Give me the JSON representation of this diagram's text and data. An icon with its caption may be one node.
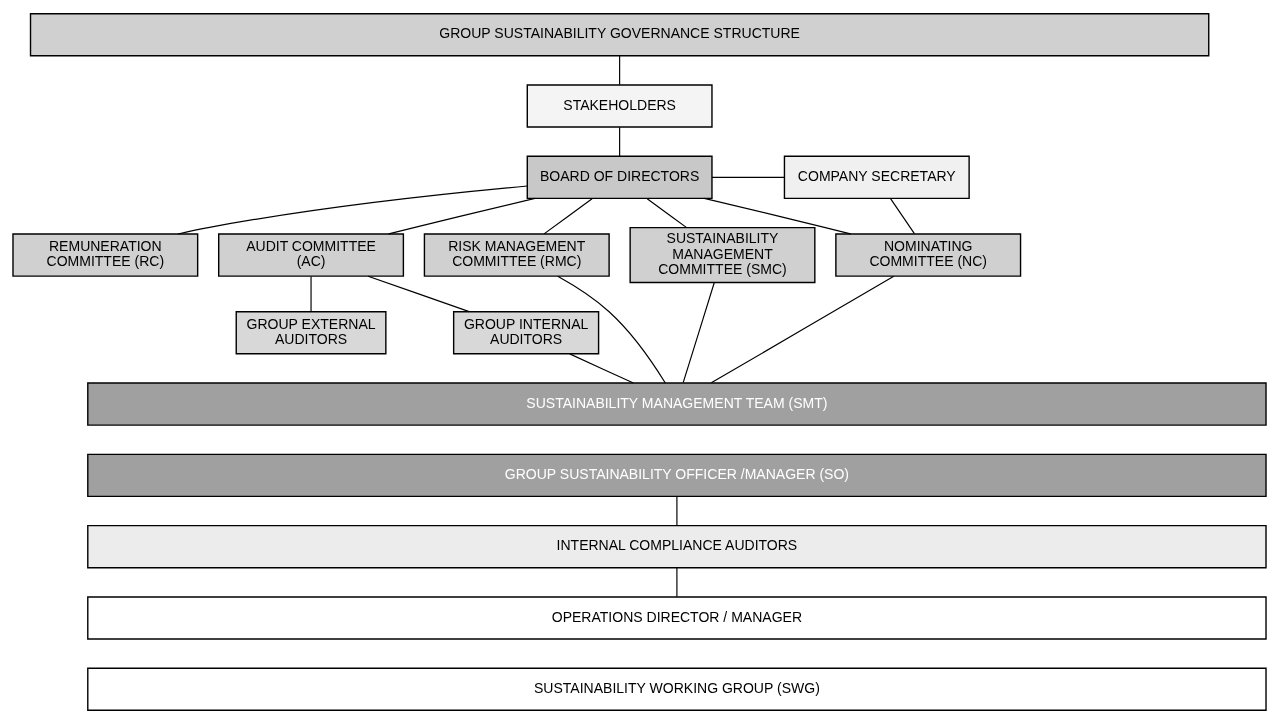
{
  "diagram": {
    "nodes": [
      {
        "text": [
          "GROUP SUSTAINABILITY GOVERNANCE STRUCTURE"
        ]
      },
      {
        "text": [
          "STAKEHOLDERS"
        ]
      },
      {
        "text": [
          "BOARD OF DIRECTORS"
        ]
      },
      {
        "text": [
          "COMPANY SECRETARY"
        ]
      },
      {
        "text": [
          "AUDIT COMMITTEE (AC)"
        ]
      },
      {
        "text": [
          "REMUNERATION COMMITTEE (RC)"
        ]
      },
      {
        "text": [
          "NOMINATING COMMITTEE (NC)"
        ]
      },
      {
        "text": [
          "RISK MANAGEMENT COMMITTEE (RMC)"
        ]
      },
      {
        "text": [
          "SUSTAINABILITY MANAGEMENT COMMITTEE (SMC)"
        ]
      },
      {
        "text": [
          "GROUP INTERNAL AUDITORS"
        ]
      },
      {
        "text": [
          "GROUP EXTERNAL AUDITORS"
        ]
      },
      {
        "text": [
          "SUSTAINABILITY MANAGEMENT TEAM (SMT)"
        ]
      },
      {
        "text": [
          "GROUP SUSTAINABILITY OFFICER /MANAGER (SO)"
        ]
      },
      {
        "text": [
          "INTERNAL COMPLIANCE AUDITORS"
        ]
      },
      {
        "text": [
          "OPERATIONS DIRECTOR / MANAGER"
        ]
      },
      {
        "text": [
          "SUSTAINABILITY WORKING GROUP (SWG)"
        ]
      }
    ],
    "edges": [
      {
        "from": 0,
        "to": 1,
        "arrow": "none"
      },
      {
        "from": 1,
        "to": 2,
        "arrow": "none"
      },
      {
        "from": 2,
        "to": 3,
        "arrow": "none"
      },
      {
        "from": 2,
        "to": 4,
        "arrow": "none"
      },
      {
        "from": 2,
        "to": 5,
        "arrow": "none"
      },
      {
        "from": 2,
        "to": 6,
        "arrow": "none"
      },
      {
        "from": 2,
        "to": 7,
        "arrow": "none"
      },
      {
        "from": 2,
        "to": 8,
        "arrow": "none"
      },
      {
        "from": 3,
        "to": 6,
        "arrow": "none"
      },
      {
        "from": 4,
        "to": 9,
        "arrow": "none"
      },
      {
        "from": 4,
        "to": 10,
        "arrow": "none"
      },
      {
        "from": 9,
        "to": 11,
        "arrow": "none"
      },
      {
        "from": 6,
        "to": 11,
        "arrow": "none"
      },
      {
        "from": 7,
        "to": 11,
        "arrow": "none"
      },
      {
        "from": 8,
        "to": 11,
        "arrow": "none"
      },
      {
        "from": 12,
        "to": 13,
        "arrow": "none"
      },
      {
        "from": 13,
        "to": 14,
        "arrow": "none"
      }
    ]
  }
}
